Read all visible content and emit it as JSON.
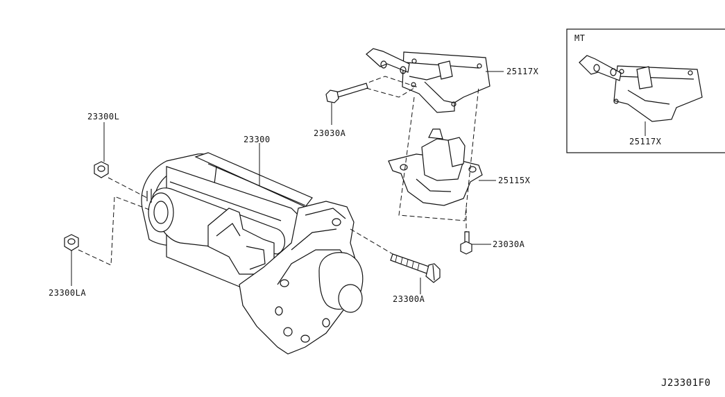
{
  "labels": {
    "p23300L": "23300L",
    "p23300": "23300",
    "p23300LA": "23300LA",
    "p23300A": "23300A",
    "p23030A_top": "23030A",
    "p23030A_bottom": "23030A",
    "p25117X": "25117X",
    "p25115X": "25115X",
    "p25117X_mt": "25117X"
  },
  "inset": {
    "title": "MT"
  },
  "footer": {
    "code": "J23301F0"
  }
}
